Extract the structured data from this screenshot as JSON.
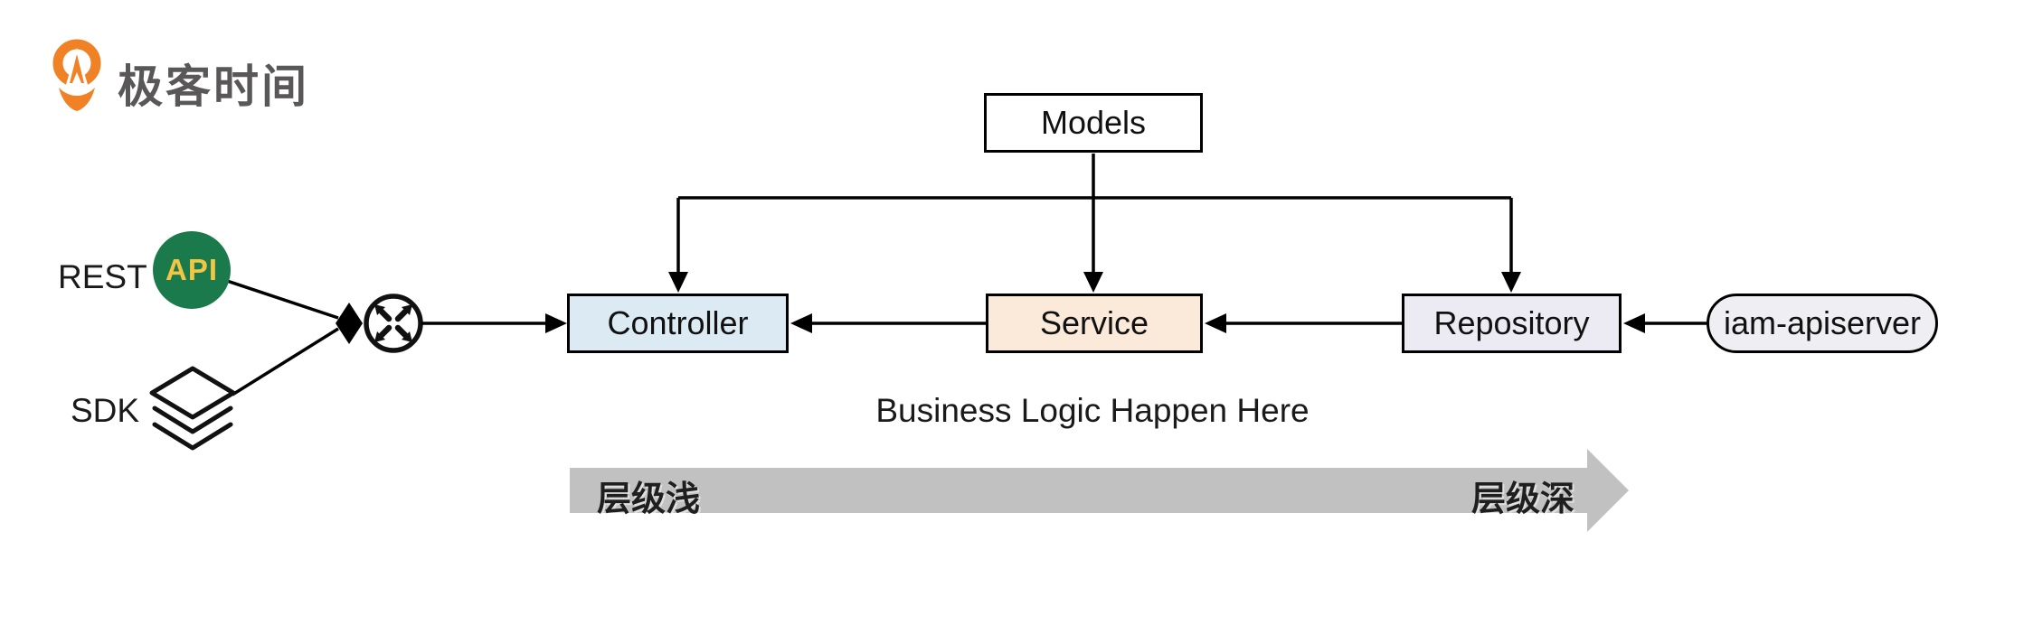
{
  "brand": {
    "name": "极客时间",
    "icon": "geektime-pin-icon",
    "orange": "#F08125",
    "text_gray": "#595757"
  },
  "clients": {
    "rest_label": "REST",
    "api_badge_text": "API",
    "sdk_label": "SDK",
    "api_badge_bg": "#1B7A4B",
    "api_badge_fg": "#F2C644"
  },
  "nodes": {
    "models_label": "Models",
    "controller_label": "Controller",
    "service_label": "Service",
    "repository_label": "Repository",
    "apiserver_label": "iam-apiserver",
    "controller_fill": "#DCEBF3",
    "service_fill": "#FBE9DA",
    "repository_fill": "#ECEAF2",
    "apiserver_fill": "#EFEEF3",
    "border_color": "#000000"
  },
  "annotations": {
    "business_logic": "Business Logic Happen Here",
    "depth_left": "层级浅",
    "depth_right": "层级深",
    "depth_arrow_color": "#C1C1C1"
  },
  "icons": {
    "router": "router-icon",
    "sdk_layers": "layers-icon",
    "merge": "merge-diamond-icon",
    "depth_arrow": "depth-gradient-arrow"
  }
}
